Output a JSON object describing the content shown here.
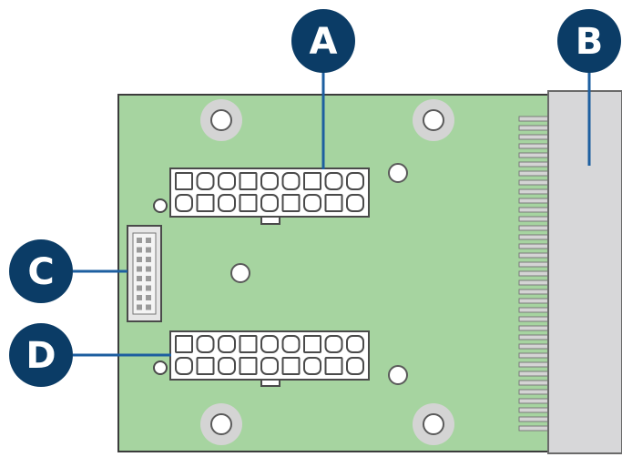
{
  "callouts": {
    "a": {
      "letter": "A"
    },
    "b": {
      "letter": "B"
    },
    "c": {
      "letter": "C"
    },
    "d": {
      "letter": "D"
    }
  },
  "colors": {
    "board": "#a6d4a0",
    "board_edge": "#3c3c3c",
    "callout_fill": "#0b3c66",
    "leader_line": "#1d5fa0",
    "mount_hole": "#d4d4d4",
    "edge_connector": "#d7d7d9",
    "gold_fingers": "#8a8a8a"
  }
}
